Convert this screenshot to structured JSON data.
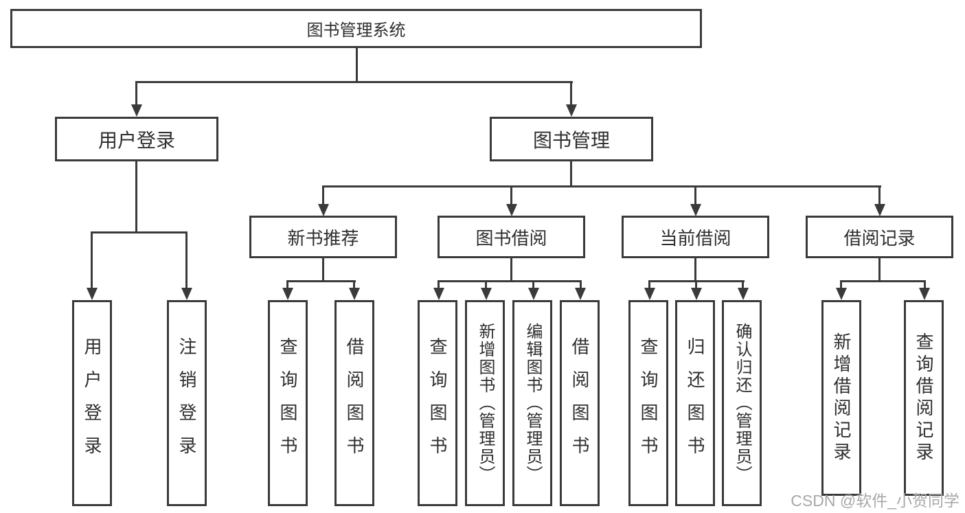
{
  "nodes": {
    "root": {
      "label": "图书管理系统"
    },
    "level2": [
      {
        "label": "用户登录"
      },
      {
        "label": "图书管理"
      }
    ],
    "level3": [
      {
        "label": "新书推荐"
      },
      {
        "label": "图书借阅"
      },
      {
        "label": "当前借阅"
      },
      {
        "label": "借阅记录"
      }
    ],
    "leaves": [
      {
        "label": "用户登录"
      },
      {
        "label": "注销登录"
      },
      {
        "label": "查询图书"
      },
      {
        "label": "借阅图书"
      },
      {
        "label": "查询图书"
      },
      {
        "label": "新增图书（管理员）"
      },
      {
        "label": "编辑图书（管理员）"
      },
      {
        "label": "借阅图书"
      },
      {
        "label": "查询图书"
      },
      {
        "label": "归还图书"
      },
      {
        "label": "确认归还（管理员）"
      },
      {
        "label": "新增借阅记录"
      },
      {
        "label": "查询借阅记录"
      }
    ]
  },
  "watermark": "CSDN @软件_小贺同学",
  "colors": {
    "line": "#3a3a3a",
    "box_border": "#3a3a3a",
    "box_fill": "#ffffff",
    "label_text": "#2e2e2e",
    "watermark": "#a8a8a8"
  }
}
